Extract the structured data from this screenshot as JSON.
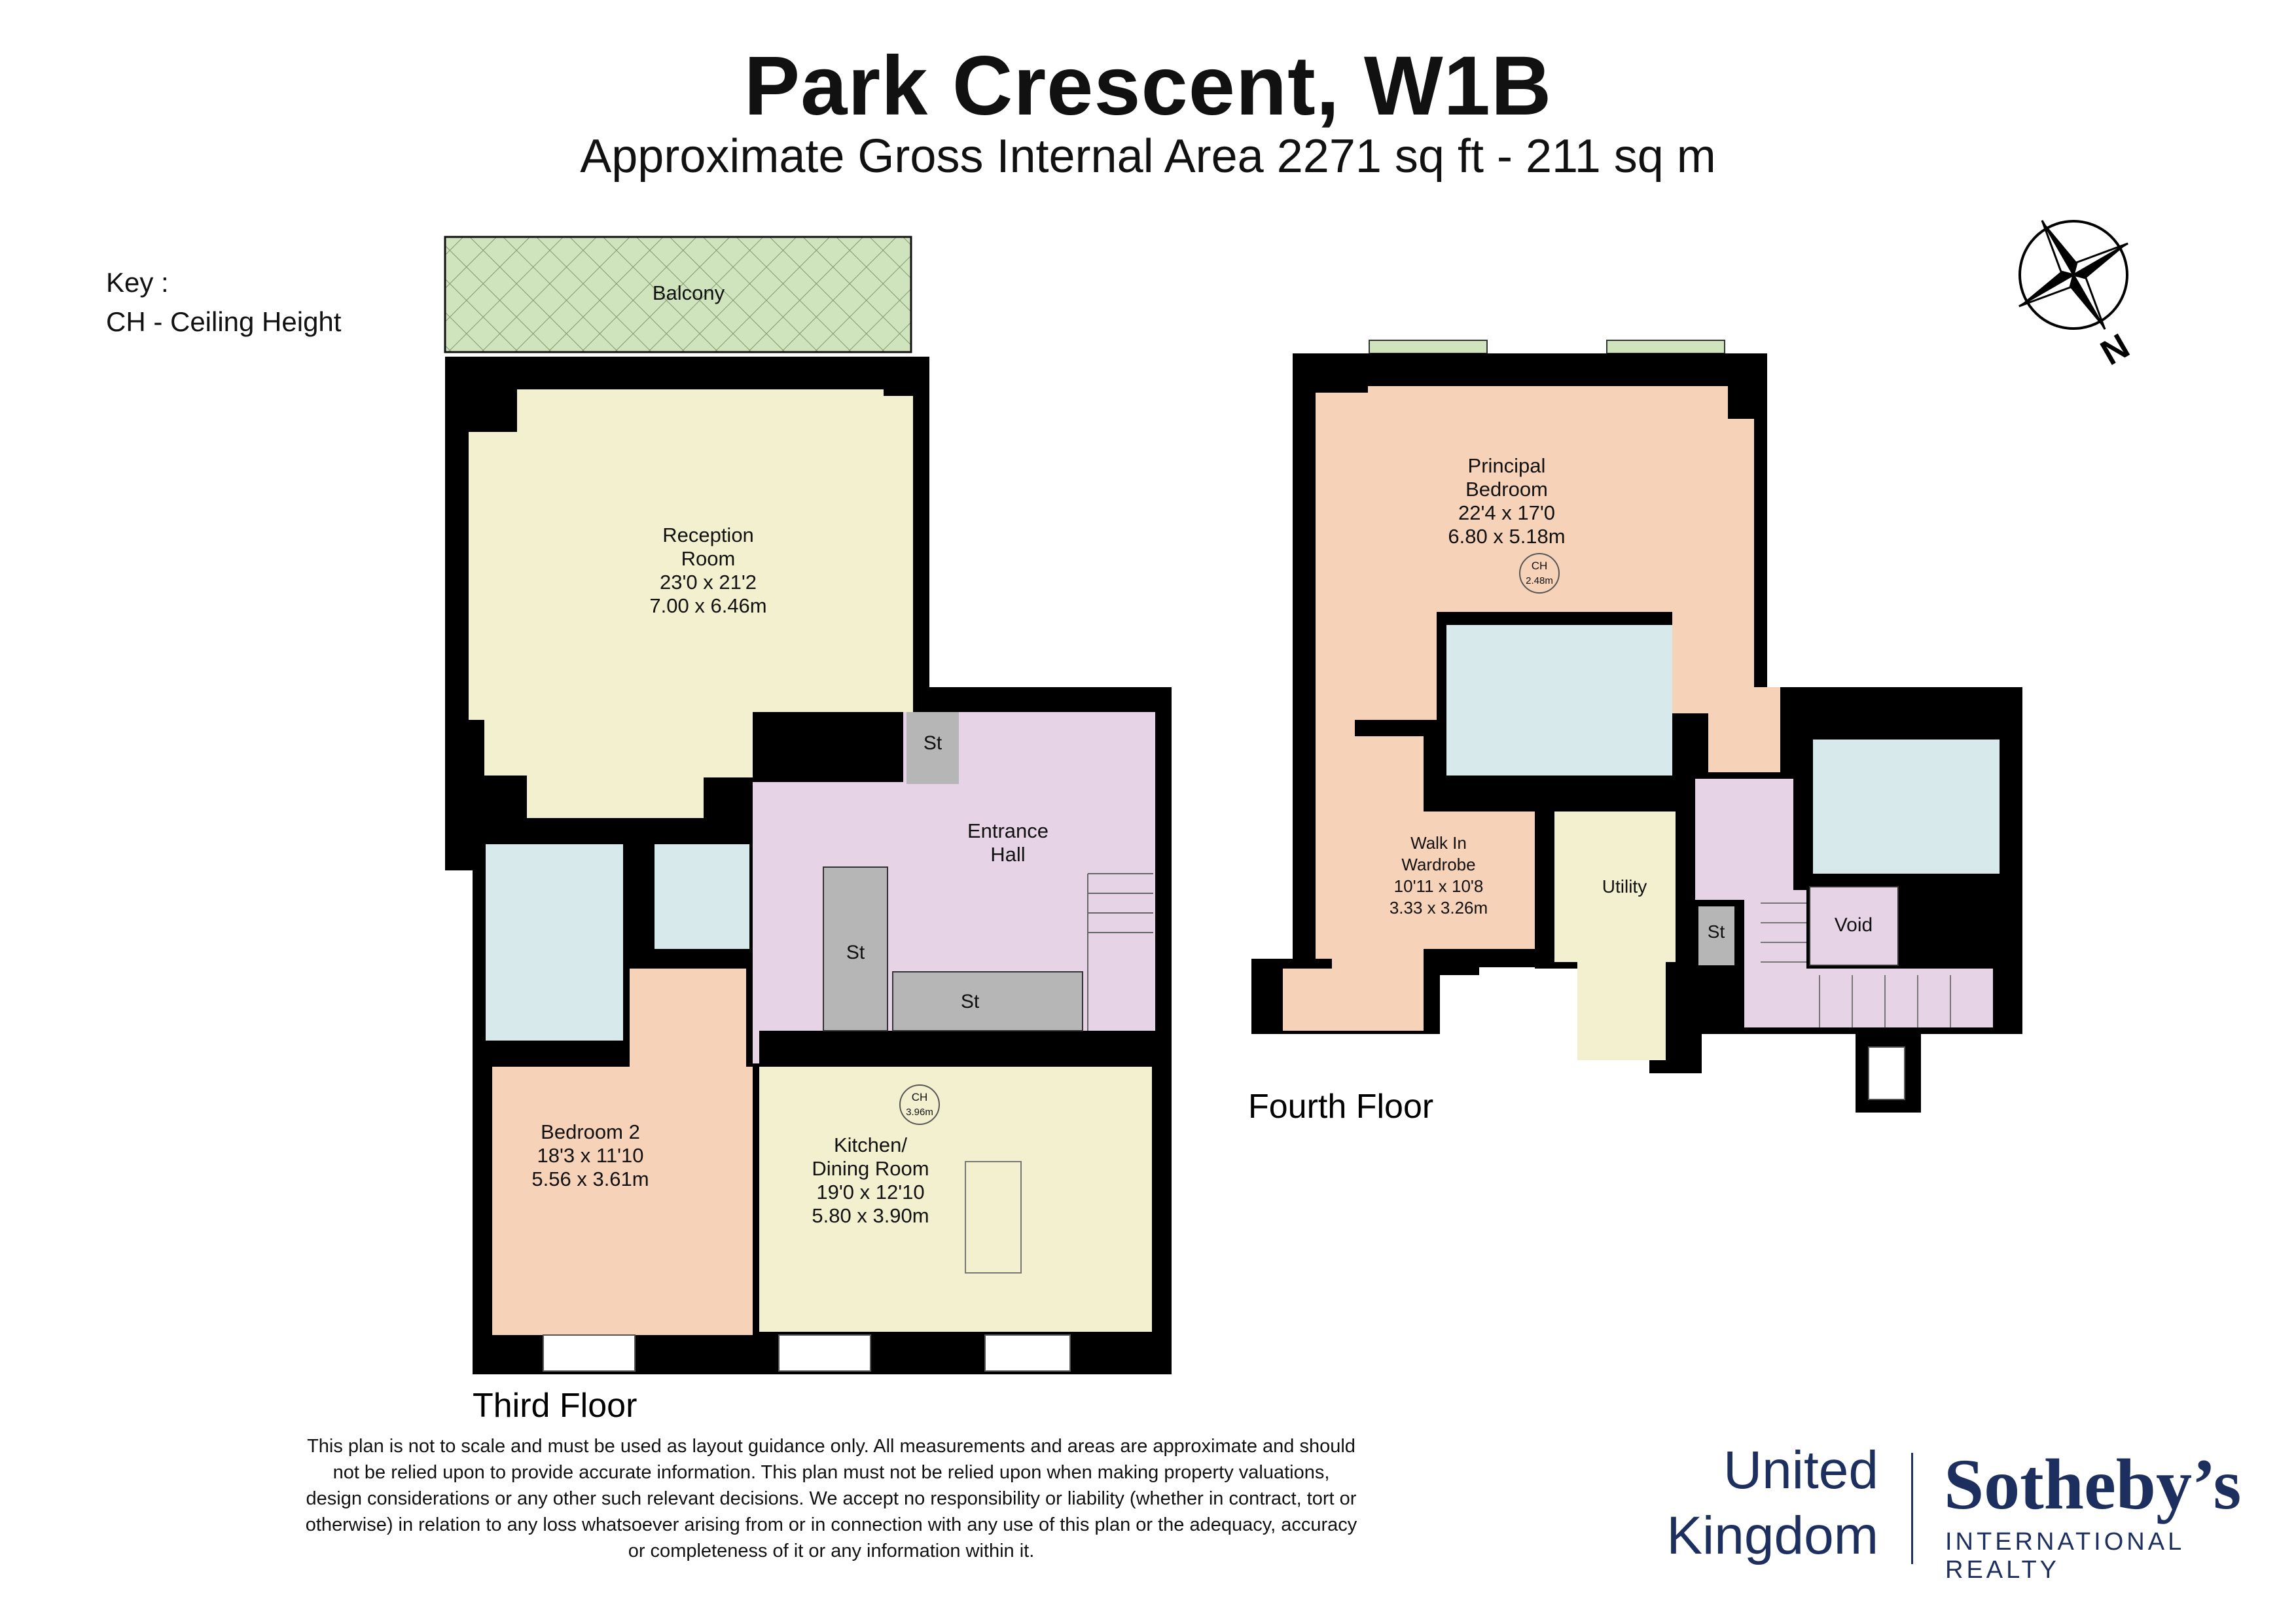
{
  "title": "Park Crescent, W1B",
  "subtitle": "Approximate Gross Internal Area 2271 sq ft - 211 sq m",
  "key": {
    "heading": "Key :",
    "ch": "CH - Ceiling Height"
  },
  "compass": {
    "label": "N",
    "icon": "compass-rose-icon"
  },
  "colors": {
    "wall": "#000000",
    "reception": "#f2f0cf",
    "bedroom": "#f6d2b8",
    "hall": "#e6d3e6",
    "bathroom": "#d7e9ea",
    "kitchen": "#f2f0cf",
    "storage": "#b6b6b6",
    "balcony": "#cfe3bd",
    "brand": "#1d2f5e"
  },
  "third_floor": {
    "label": "Third Floor",
    "balcony": "Balcony",
    "reception": {
      "name1": "Reception",
      "name2": "Room",
      "imperial": "23'0 x 21'2",
      "metric": "7.00 x 6.46m"
    },
    "entrance_hall": {
      "name1": "Entrance",
      "name2": "Hall"
    },
    "store_a": "St",
    "store_b": "St",
    "store_c": "St",
    "bedroom2": {
      "name": "Bedroom 2",
      "imperial": "18'3 x 11'10",
      "metric": "5.56 x 3.61m"
    },
    "kitchen": {
      "name1": "Kitchen/",
      "name2": "Dining Room",
      "imperial": "19'0 x 12'10",
      "metric": "5.80 x 3.90m"
    },
    "ch_badge": {
      "label": "CH",
      "value": "3.96m"
    }
  },
  "fourth_floor": {
    "label": "Fourth Floor",
    "principal": {
      "name1": "Principal",
      "name2": "Bedroom",
      "imperial": "22'4 x 17'0",
      "metric": "6.80 x 5.18m"
    },
    "ch_badge": {
      "label": "CH",
      "value": "2.48m"
    },
    "wardrobe": {
      "name1": "Walk In",
      "name2": "Wardrobe",
      "imperial": "10'11 x 10'8",
      "metric": "3.33 x 3.26m"
    },
    "utility": "Utility",
    "store": "St",
    "void": "Void"
  },
  "disclaimer": [
    "This plan is not to scale and must be used as layout guidance only. All measurements and areas are approximate and should",
    "not be relied upon to provide accurate information. This plan must not be relied upon when making property valuations,",
    "design considerations or any other such relevant decisions. We accept no responsibility or liability (whether in contract, tort or",
    "otherwise) in relation to any loss whatsoever arising from or in connection with any use of this plan or the adequacy, accuracy",
    "or completeness of it or any information within it."
  ],
  "brand": {
    "location1": "United",
    "location2": "Kingdom",
    "name": "Sotheby’s",
    "sub": "INTERNATIONAL REALTY"
  }
}
